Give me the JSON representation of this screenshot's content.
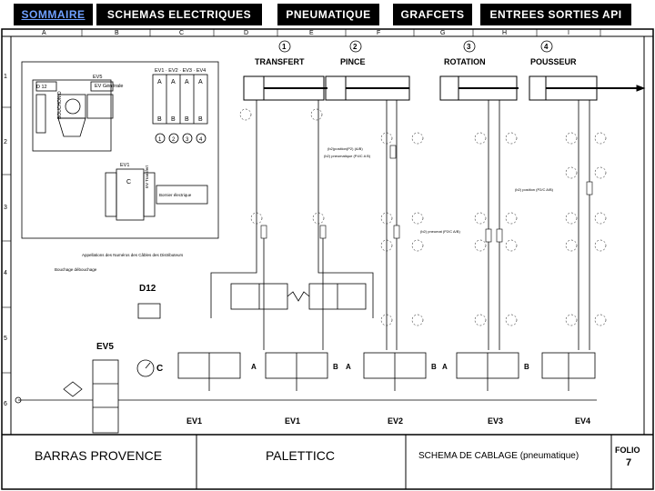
{
  "nav": {
    "items": [
      {
        "label": "SOMMAIRE",
        "active": true
      },
      {
        "label": "SCHEMAS ELECTRIQUES",
        "active": false
      },
      {
        "label": "PNEUMATIQUE",
        "active": false
      },
      {
        "label": "GRAFCETS",
        "active": false
      },
      {
        "label": "ENTREES SORTIES API",
        "active": false
      }
    ]
  },
  "grid": {
    "columns": [
      "A",
      "B",
      "C",
      "D",
      "E",
      "F",
      "G",
      "H",
      "I"
    ],
    "rows": [
      "1",
      "2",
      "3",
      "4",
      "5",
      "6"
    ]
  },
  "actuators": [
    {
      "num": "1",
      "name": "TRANSFERT"
    },
    {
      "num": "2",
      "name": "PINCE"
    },
    {
      "num": "3",
      "name": "ROTATION"
    },
    {
      "num": "4",
      "name": "POUSSEUR"
    }
  ],
  "legend": {
    "ev5": "EV5",
    "ev_details": "EV Générale",
    "d12": "D 12",
    "bouchon": "BOUCHON D",
    "ev_bank": "EV1 · EV2 · EV3 · EV4",
    "letters_a": [
      "A",
      "A",
      "A",
      "A"
    ],
    "letters_b": [
      "B",
      "B",
      "B",
      "B"
    ],
    "bank_nums": [
      "1",
      "2",
      "3",
      "4"
    ],
    "ev1": "EV1",
    "ev1_c": "C",
    "ev1_side": "EV Transfert",
    "ev1_note": "Bornier électrique",
    "note1": "Appellations des Numéros des Câbles des Distributeurs",
    "note2": "Bouchage débouchage"
  },
  "labels": {
    "d12_main": "D12",
    "ev5_main": "EV5",
    "c_main": "C",
    "valves": [
      "EV1",
      "EV1",
      "EV2",
      "EV3",
      "EV4"
    ],
    "port_a": "A",
    "port_b": "B",
    "small_note1": "(b2)position(P2) (A/B)",
    "small_note2": "(b2) pneumatique (P4/C A B)",
    "small_note3": "(b2) position (P2/C A/B)",
    "small_note4": "(b2) pneumat (P2/C A/B)"
  },
  "footer": {
    "company": "BARRAS PROVENCE",
    "project": "PALETTICC",
    "title": "SCHEMA DE CABLAGE (pneumatique)",
    "folio_label": "FOLIO",
    "folio_num": "7"
  }
}
